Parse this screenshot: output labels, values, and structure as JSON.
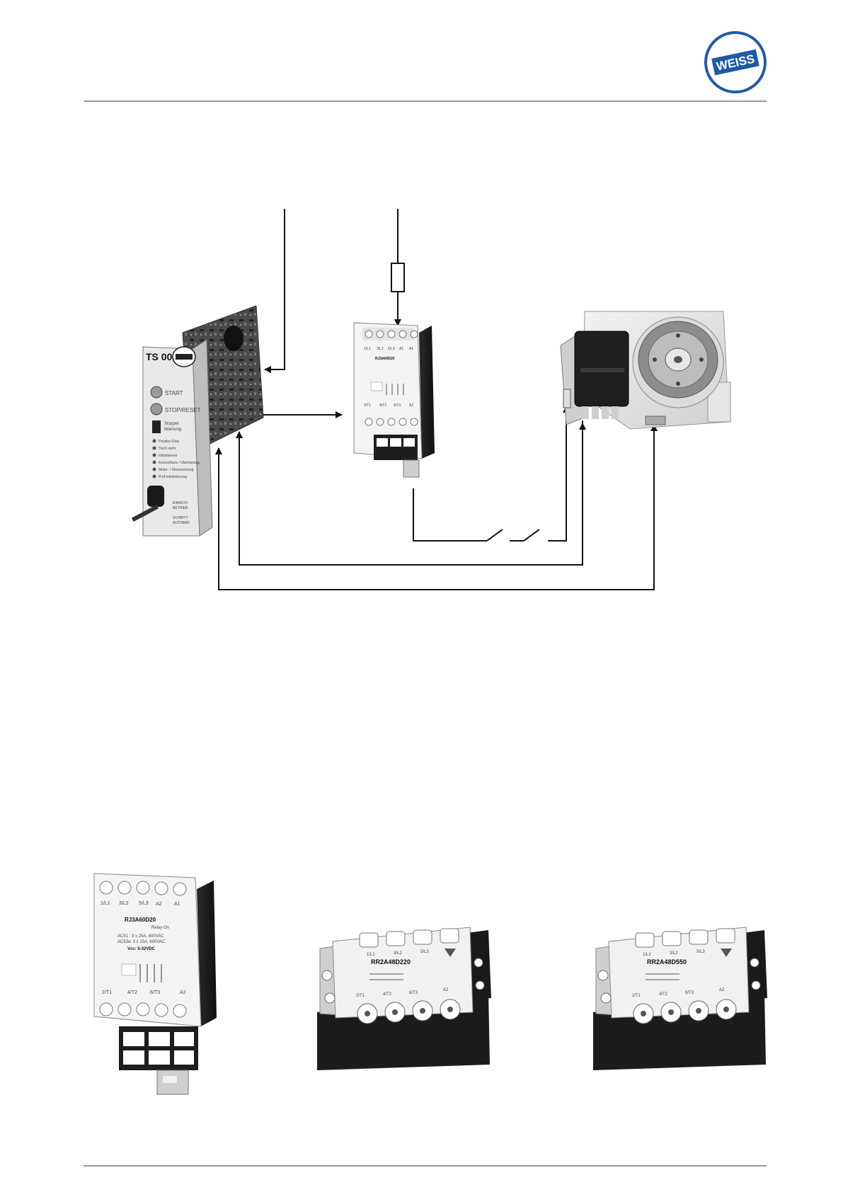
{
  "brand": {
    "logo_text": "WEISS",
    "accent": "#1f5aa6"
  },
  "controller": {
    "model": "TS 004 E",
    "buttons": [
      "START",
      "STOP/RESET"
    ],
    "switch_label": [
      "Stopper",
      "Warnung"
    ],
    "leds": [
      "Position Ries",
      "Tisch steht",
      "Initialisieren",
      "Kurzschluss / Überlastung",
      "Motor- / Überwachung",
      "Prüf-Initialisierung"
    ],
    "key_labels": [
      "EINRICH-",
      "BETRIEB",
      "SCHRITT",
      "AUTOMAT"
    ]
  },
  "relay_diagram": {
    "top_terminals": [
      "1/L1",
      "3/L2",
      "5/L3",
      "A1",
      "A1"
    ],
    "part_code": "RJ3A60D20",
    "bottom_terminals": [
      "2/T1",
      "4/T2",
      "6/T3",
      "A2"
    ]
  },
  "relay_large": {
    "top_terminals": [
      "1/L1",
      "3/L2",
      "5/L3",
      "A2",
      "A1"
    ],
    "model": "RJ3A60D20",
    "subtitle": "Relay On",
    "specs": [
      "AC51 : 3 x 25A, 600VAC",
      "AC53a: 3 x 15A, 600VAC",
      "Vcc: 5-32VDC"
    ],
    "bottom_terminals": [
      "2/T1",
      "4/T2",
      "6/T3",
      "A2"
    ]
  },
  "relay_mid": {
    "top_terminals": [
      "1/L1",
      "3/L2",
      "5/L3"
    ],
    "model": "RR2A48D220",
    "bottom_terminals": [
      "2/T1",
      "4/T2",
      "6/T3",
      "A2"
    ]
  },
  "relay_right": {
    "top_terminals": [
      "1/L1",
      "3/L2",
      "5/L3"
    ],
    "model": "RR2A48D550",
    "bottom_terminals": [
      "2/T1",
      "4/T2",
      "6/T3",
      "A2"
    ]
  }
}
